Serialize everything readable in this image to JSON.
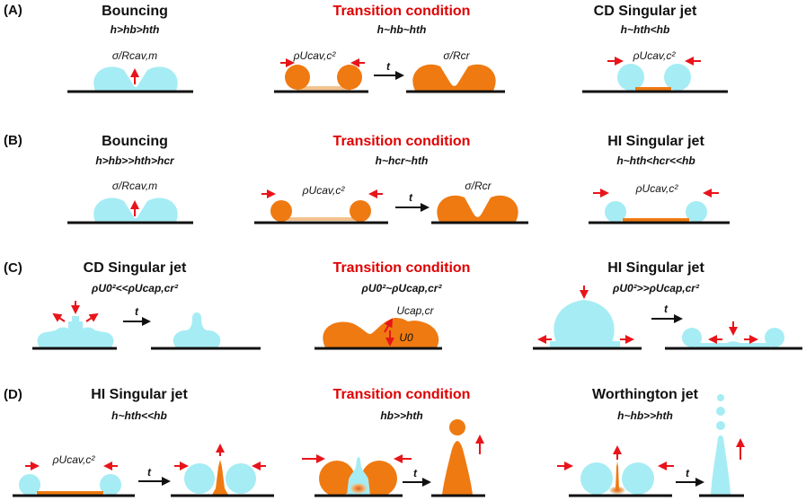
{
  "colors": {
    "liquid_blue": "#a6ecf4",
    "liquid_orange": "#ef7a12",
    "arrow_red": "#e8141a",
    "title_red": "#e00000"
  },
  "rows": [
    {
      "label": "(A)",
      "panels": [
        {
          "title": "Bouncing",
          "condition": "h>hb>hth",
          "annotation": "σ/Rcav,m"
        },
        {
          "title": "Transition condition",
          "condition": "h~hb~hth",
          "annotation_left": "ρUcav,c²",
          "arrow_label": "t",
          "annotation_right": "σ/Rcr"
        },
        {
          "title": "CD Singular jet",
          "condition": "h~hth<hb",
          "annotation": "ρUcav,c²"
        }
      ]
    },
    {
      "label": "(B)",
      "panels": [
        {
          "title": "Bouncing",
          "condition": "h>hb>>hth>hcr",
          "annotation": "σ/Rcav,m"
        },
        {
          "title": "Transition condition",
          "condition": "h~hcr~hth",
          "annotation_left": "ρUcav,c²",
          "arrow_label": "t",
          "annotation_right": "σ/Rcr"
        },
        {
          "title": "HI Singular jet",
          "condition": "h~hth<hcr<<hb",
          "annotation": "ρUcav,c²"
        }
      ]
    },
    {
      "label": "(C)",
      "panels": [
        {
          "title": "CD Singular jet",
          "condition": "ρU0²<<ρUcap,cr²",
          "arrow_label": "t"
        },
        {
          "title": "Transition condition",
          "condition": "ρU0²~ρUcap,cr²",
          "annotation_top": "Ucap,cr",
          "annotation_bottom": "U0"
        },
        {
          "title": "HI Singular jet",
          "condition": "ρU0²>>ρUcap,cr²",
          "arrow_label": "t"
        }
      ]
    },
    {
      "label": "(D)",
      "panels": [
        {
          "title": "HI Singular jet",
          "condition": "h~hth<<hb",
          "annotation": "ρUcav,c²",
          "arrow_label": "t"
        },
        {
          "title": "Transition condition",
          "condition": "hb>>hth",
          "arrow_label": "t"
        },
        {
          "title": "Worthington jet",
          "condition": "h~hb>>hth",
          "arrow_label": "t"
        }
      ]
    }
  ]
}
